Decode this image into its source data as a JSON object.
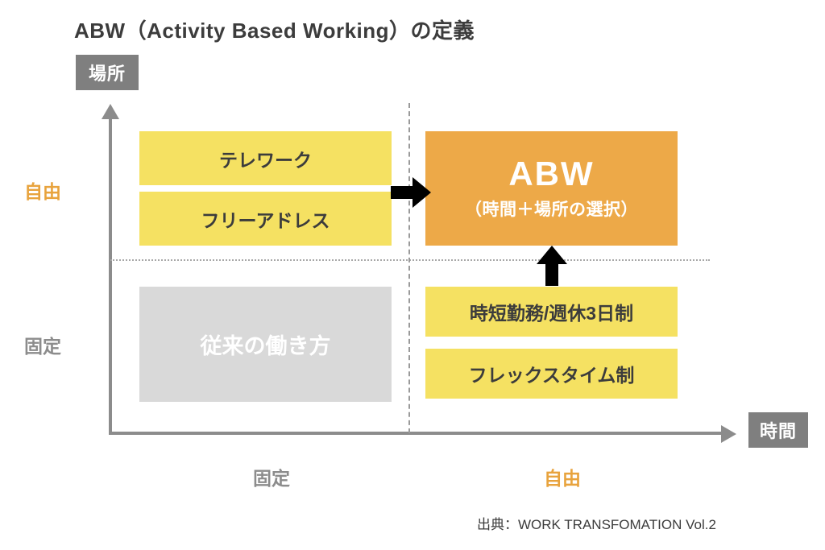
{
  "title": "ABW（Activity Based Working）の定義",
  "axes": {
    "y_caption": "場所",
    "x_caption": "時間",
    "y_ticks": {
      "top": "自由",
      "bottom": "固定"
    },
    "x_ticks": {
      "left": "固定",
      "right": "自由"
    }
  },
  "quadrants": {
    "top_left": [
      {
        "label": "テレワーク",
        "style": "yellow"
      },
      {
        "label": "フリーアドレス",
        "style": "yellow"
      }
    ],
    "top_right": {
      "title": "ABW",
      "subtitle": "（時間＋場所の選択）",
      "style": "orange"
    },
    "bottom_left": [
      {
        "label": "従来の働き方",
        "style": "gray"
      }
    ],
    "bottom_right": [
      {
        "label": "時短勤務/週休3日制",
        "style": "yellow"
      },
      {
        "label": "フレックスタイム制",
        "style": "yellow"
      }
    ]
  },
  "arrows": [
    {
      "name": "arrow-right",
      "direction": "right"
    },
    {
      "name": "arrow-up",
      "direction": "up"
    }
  ],
  "source": "出典：WORK TRANSFOMATION Vol.2",
  "colors": {
    "yellow": "#F5E162",
    "orange": "#EDA948",
    "gray_box": "#D9D9D9",
    "chip_gray": "#7F7F7F",
    "axis_gray": "#8C8C8C",
    "accent_orange_text": "#E8A33D",
    "text_dark": "#3C3C3C"
  }
}
